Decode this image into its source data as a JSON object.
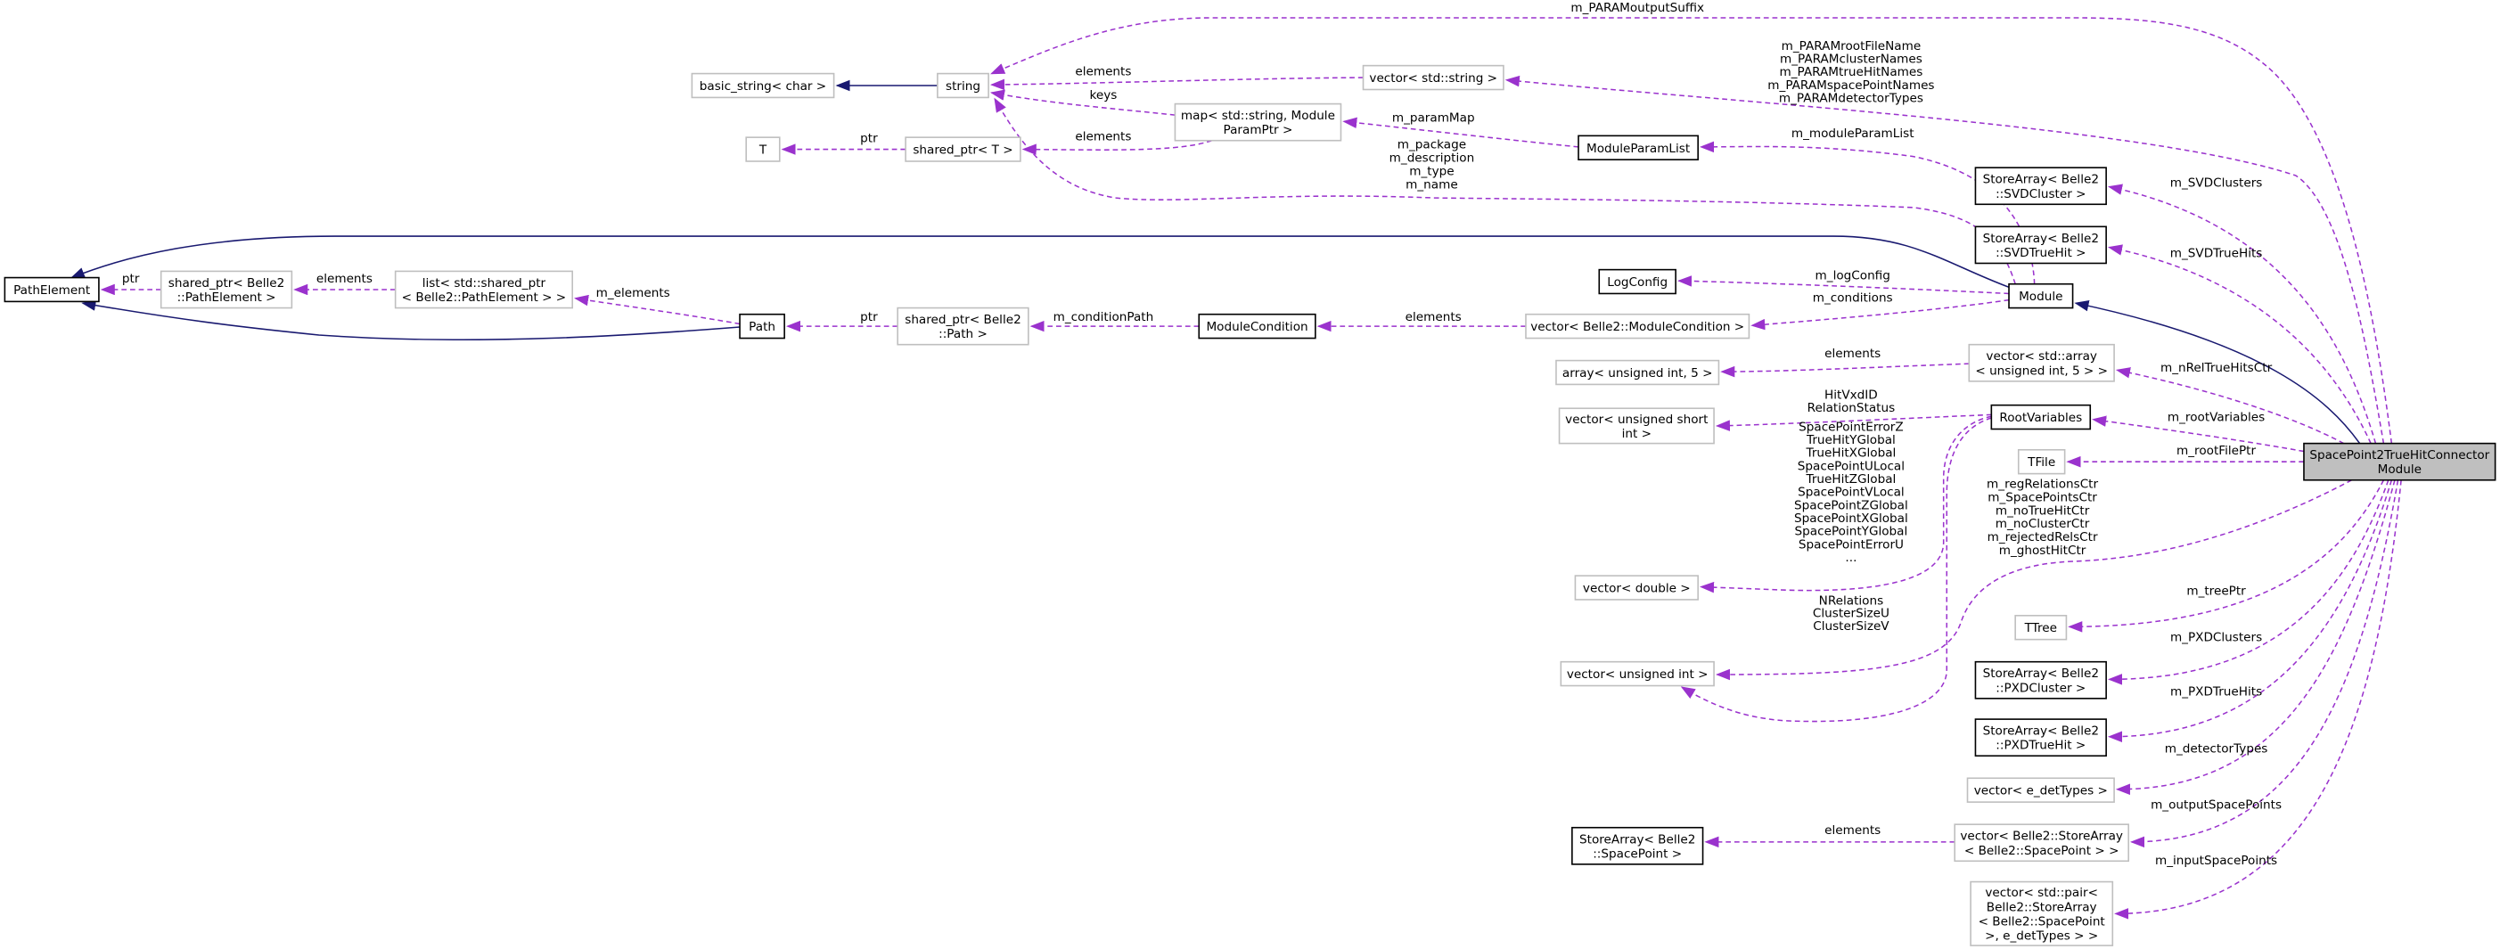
{
  "title": "SpacePoint2TrueHitConnectorModule collaboration graph",
  "colors": {
    "usage_edge": "#9a32cd",
    "inherit_edge": "#191970",
    "documented_border": "#000000",
    "undocumented_border": "#bfbfbf",
    "focus_fill": "#bfbfbf",
    "node_fill": "#ffffff"
  },
  "nodes": [
    {
      "id": "basic_string",
      "kind": "undocumented",
      "lines": [
        "basic_string< char >"
      ]
    },
    {
      "id": "string",
      "kind": "undocumented",
      "lines": [
        "string"
      ]
    },
    {
      "id": "vec_string",
      "kind": "undocumented",
      "lines": [
        "vector< std::string >"
      ]
    },
    {
      "id": "T",
      "kind": "undocumented",
      "lines": [
        "T"
      ]
    },
    {
      "id": "sp_T",
      "kind": "undocumented",
      "lines": [
        "shared_ptr< T >"
      ]
    },
    {
      "id": "map",
      "kind": "undocumented",
      "lines": [
        "map< std::string, Module",
        "ParamPtr >"
      ]
    },
    {
      "id": "ModuleParamList",
      "kind": "documented",
      "lines": [
        "ModuleParamList"
      ]
    },
    {
      "id": "PathElement",
      "kind": "documented",
      "lines": [
        "PathElement"
      ]
    },
    {
      "id": "sp_PE",
      "kind": "undocumented",
      "lines": [
        "shared_ptr< Belle2",
        "::PathElement >"
      ]
    },
    {
      "id": "list",
      "kind": "undocumented",
      "lines": [
        "list< std::shared_ptr",
        "< Belle2::PathElement > >"
      ]
    },
    {
      "id": "Path",
      "kind": "documented",
      "lines": [
        "Path"
      ]
    },
    {
      "id": "sp_Path",
      "kind": "undocumented",
      "lines": [
        "shared_ptr< Belle2",
        "::Path >"
      ]
    },
    {
      "id": "ModuleCondition",
      "kind": "documented",
      "lines": [
        "ModuleCondition"
      ]
    },
    {
      "id": "vec_ModCond",
      "kind": "undocumented",
      "lines": [
        "vector< Belle2::ModuleCondition >"
      ]
    },
    {
      "id": "LogConfig",
      "kind": "documented",
      "lines": [
        "LogConfig"
      ]
    },
    {
      "id": "Module",
      "kind": "documented",
      "lines": [
        "Module"
      ]
    },
    {
      "id": "array",
      "kind": "undocumented",
      "lines": [
        "array< unsigned int, 5 >"
      ]
    },
    {
      "id": "SVDCluster",
      "kind": "documented",
      "lines": [
        "StoreArray< Belle2",
        "::SVDCluster >"
      ]
    },
    {
      "id": "SVDTrueHit",
      "kind": "documented",
      "lines": [
        "StoreArray< Belle2",
        "::SVDTrueHit >"
      ]
    },
    {
      "id": "vec_array",
      "kind": "undocumented",
      "lines": [
        "vector< std::array",
        "< unsigned int, 5 > >"
      ]
    },
    {
      "id": "RootVariables",
      "kind": "documented",
      "lines": [
        "RootVariables"
      ]
    },
    {
      "id": "TFile",
      "kind": "undocumented",
      "lines": [
        "TFile"
      ]
    },
    {
      "id": "SpacePoint2",
      "kind": "focus",
      "lines": [
        "SpacePoint2TrueHitConnector",
        "Module"
      ]
    },
    {
      "id": "vec_ushort",
      "kind": "undocumented",
      "lines": [
        "vector< unsigned short",
        "int >"
      ]
    },
    {
      "id": "vec_double",
      "kind": "undocumented",
      "lines": [
        "vector< double >"
      ]
    },
    {
      "id": "vec_uint",
      "kind": "undocumented",
      "lines": [
        "vector< unsigned int >"
      ]
    },
    {
      "id": "TTree",
      "kind": "undocumented",
      "lines": [
        "TTree"
      ]
    },
    {
      "id": "PXDCluster",
      "kind": "documented",
      "lines": [
        "StoreArray< Belle2",
        "::PXDCluster >"
      ]
    },
    {
      "id": "PXDTrueHit",
      "kind": "documented",
      "lines": [
        "StoreArray< Belle2",
        "::PXDTrueHit >"
      ]
    },
    {
      "id": "vec_detTypes",
      "kind": "undocumented",
      "lines": [
        "vector< e_detTypes >"
      ]
    },
    {
      "id": "StoreArray_SP",
      "kind": "documented",
      "lines": [
        "StoreArray< Belle2",
        "::SpacePoint >"
      ]
    },
    {
      "id": "vec_StoreArray",
      "kind": "undocumented",
      "lines": [
        "vector< Belle2::StoreArray",
        "< Belle2::SpacePoint > >"
      ]
    },
    {
      "id": "vec_pair",
      "kind": "undocumented",
      "lines": [
        "vector< std::pair<",
        "Belle2::StoreArray",
        "< Belle2::SpacePoint",
        ">, e_detTypes > >"
      ]
    }
  ],
  "edges": [
    {
      "from": "string",
      "to": "basic_string",
      "kind": "inherit",
      "labels": []
    },
    {
      "from": "vec_string",
      "to": "string",
      "kind": "usage",
      "labels": [
        "elements"
      ]
    },
    {
      "from": "map",
      "to": "string",
      "kind": "usage",
      "labels": [
        "keys"
      ]
    },
    {
      "from": "map",
      "to": "sp_T",
      "kind": "usage",
      "labels": [
        "elements"
      ]
    },
    {
      "from": "sp_T",
      "to": "T",
      "kind": "usage",
      "labels": [
        "ptr"
      ]
    },
    {
      "from": "ModuleParamList",
      "to": "map",
      "kind": "usage",
      "labels": [
        "m_paramMap"
      ]
    },
    {
      "from": "Module",
      "to": "string",
      "kind": "usage",
      "labels": [
        "m_package",
        "m_description",
        "m_type",
        "m_name"
      ]
    },
    {
      "from": "SpacePoint2",
      "to": "string",
      "kind": "usage",
      "labels": [
        "m_PARAMoutputSuffix"
      ]
    },
    {
      "from": "SpacePoint2",
      "to": "vec_string",
      "kind": "usage",
      "labels": [
        "m_PARAMrootFileName",
        "m_PARAMclusterNames",
        "m_PARAMtrueHitNames",
        "m_PARAMspacePointNames",
        "m_PARAMdetectorTypes"
      ]
    },
    {
      "from": "Module",
      "to": "ModuleParamList",
      "kind": "usage",
      "labels": [
        "m_moduleParamList"
      ]
    },
    {
      "from": "Module",
      "to": "LogConfig",
      "kind": "usage",
      "labels": [
        "m_logConfig"
      ]
    },
    {
      "from": "Module",
      "to": "vec_ModCond",
      "kind": "usage",
      "labels": [
        "m_conditions"
      ]
    },
    {
      "from": "vec_ModCond",
      "to": "ModuleCondition",
      "kind": "usage",
      "labels": [
        "elements"
      ]
    },
    {
      "from": "ModuleCondition",
      "to": "sp_Path",
      "kind": "usage",
      "labels": [
        "m_conditionPath"
      ]
    },
    {
      "from": "sp_Path",
      "to": "Path",
      "kind": "usage",
      "labels": [
        "ptr"
      ]
    },
    {
      "from": "Path",
      "to": "list",
      "kind": "usage",
      "labels": [
        "m_elements"
      ]
    },
    {
      "from": "list",
      "to": "sp_PE",
      "kind": "usage",
      "labels": [
        "elements"
      ]
    },
    {
      "from": "sp_PE",
      "to": "PathElement",
      "kind": "usage",
      "labels": [
        "ptr"
      ]
    },
    {
      "from": "Path",
      "to": "PathElement",
      "kind": "inherit",
      "labels": []
    },
    {
      "from": "Module",
      "to": "PathElement",
      "kind": "inherit",
      "labels": []
    },
    {
      "from": "SpacePoint2",
      "to": "Module",
      "kind": "inherit",
      "labels": []
    },
    {
      "from": "SpacePoint2",
      "to": "SVDCluster",
      "kind": "usage",
      "labels": [
        "m_SVDClusters"
      ]
    },
    {
      "from": "SpacePoint2",
      "to": "SVDTrueHit",
      "kind": "usage",
      "labels": [
        "m_SVDTrueHits"
      ]
    },
    {
      "from": "SpacePoint2",
      "to": "vec_array",
      "kind": "usage",
      "labels": [
        "m_nRelTrueHitsCtr"
      ]
    },
    {
      "from": "vec_array",
      "to": "array",
      "kind": "usage",
      "labels": [
        "elements"
      ]
    },
    {
      "from": "SpacePoint2",
      "to": "RootVariables",
      "kind": "usage",
      "labels": [
        "m_rootVariables"
      ]
    },
    {
      "from": "SpacePoint2",
      "to": "TFile",
      "kind": "usage",
      "labels": [
        "m_rootFilePtr"
      ]
    },
    {
      "from": "RootVariables",
      "to": "vec_ushort",
      "kind": "usage",
      "labels": [
        "HitVxdID",
        "RelationStatus"
      ]
    },
    {
      "from": "RootVariables",
      "to": "vec_double",
      "kind": "usage",
      "labels": [
        "SpacePointErrorZ",
        "TrueHitYGlobal",
        "TrueHitXGlobal",
        "SpacePointULocal",
        "TrueHitZGlobal",
        "SpacePointVLocal",
        "SpacePointZGlobal",
        "SpacePointXGlobal",
        "SpacePointYGlobal",
        "SpacePointErrorU",
        "..."
      ]
    },
    {
      "from": "RootVariables",
      "to": "vec_uint",
      "kind": "usage",
      "labels": [
        "NRelations",
        "ClusterSizeU",
        "ClusterSizeV"
      ]
    },
    {
      "from": "SpacePoint2",
      "to": "vec_uint",
      "kind": "usage",
      "labels": [
        "m_regRelationsCtr",
        "m_SpacePointsCtr",
        "m_noTrueHitCtr",
        "m_noClusterCtr",
        "m_rejectedRelsCtr",
        "m_ghostHitCtr"
      ]
    },
    {
      "from": "SpacePoint2",
      "to": "TTree",
      "kind": "usage",
      "labels": [
        "m_treePtr"
      ]
    },
    {
      "from": "SpacePoint2",
      "to": "PXDCluster",
      "kind": "usage",
      "labels": [
        "m_PXDClusters"
      ]
    },
    {
      "from": "SpacePoint2",
      "to": "PXDTrueHit",
      "kind": "usage",
      "labels": [
        "m_PXDTrueHits"
      ]
    },
    {
      "from": "SpacePoint2",
      "to": "vec_detTypes",
      "kind": "usage",
      "labels": [
        "m_detectorTypes"
      ]
    },
    {
      "from": "SpacePoint2",
      "to": "vec_StoreArray",
      "kind": "usage",
      "labels": [
        "m_outputSpacePoints"
      ]
    },
    {
      "from": "vec_StoreArray",
      "to": "StoreArray_SP",
      "kind": "usage",
      "labels": [
        "elements"
      ]
    },
    {
      "from": "SpacePoint2",
      "to": "vec_pair",
      "kind": "usage",
      "labels": [
        "m_inputSpacePoints"
      ]
    }
  ]
}
